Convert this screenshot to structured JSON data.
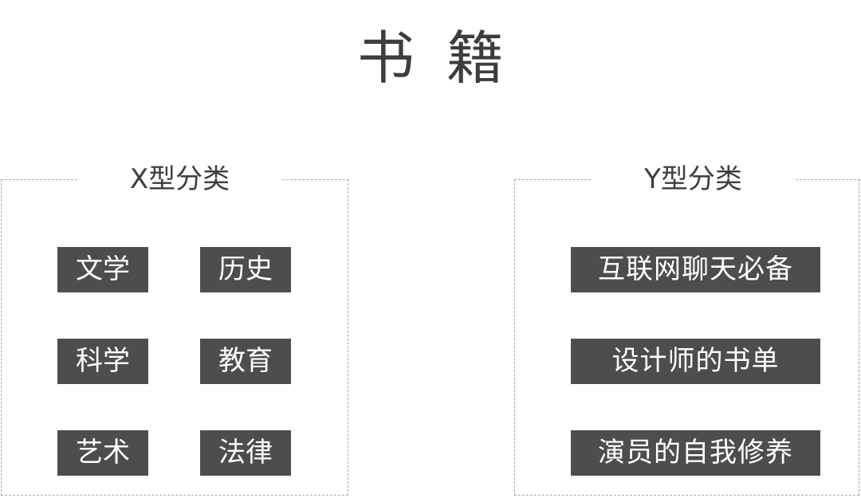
{
  "title": "书籍",
  "panels": {
    "x": {
      "title": "X型分类",
      "items": [
        "文学",
        "历史",
        "科学",
        "教育",
        "艺术",
        "法律"
      ]
    },
    "y": {
      "title": "Y型分类",
      "items": [
        "互联网聊天必备",
        "设计师的书单",
        "演员的自我修养"
      ]
    }
  },
  "colors": {
    "tag_bg": "#4d4d4d",
    "tag_text": "#ffffff",
    "text": "#3d3d3d",
    "border": "#a8a8a8"
  }
}
